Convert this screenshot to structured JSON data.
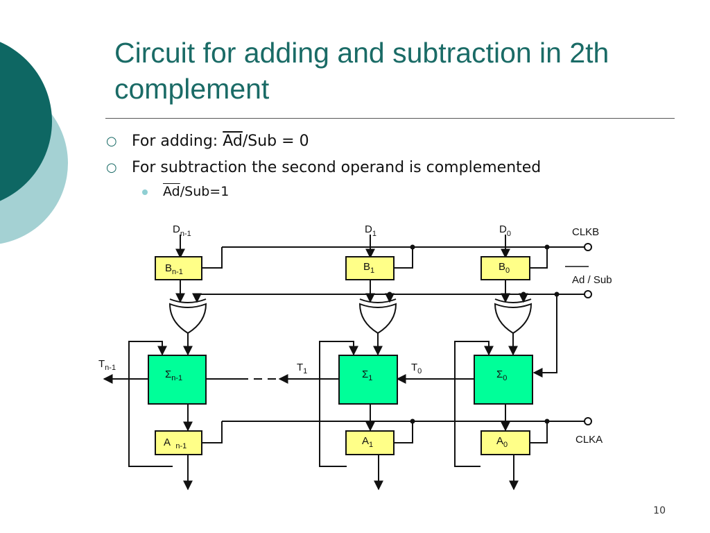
{
  "slide": {
    "title": "Circuit for adding and subtraction in 2th complement",
    "page_number": "10",
    "accent_color": "#1a6b66",
    "accent_light": "#a4d1d3"
  },
  "bullets": {
    "item1_prefix": "For adding: ",
    "item1_ad": "Ad",
    "item1_suffix": "/Sub = 0",
    "item2": "For subtraction the second operand is complemented",
    "sub_ad": "Ad",
    "sub_suffix": "/Sub=1"
  },
  "diagram": {
    "colors": {
      "register_fill": "#ffff88",
      "adder_fill": "#00ff99",
      "wire": "#111111"
    },
    "inputs": {
      "d_high": "D",
      "d_high_sub": "n-1",
      "d1": "D",
      "d1_sub": "1",
      "d0": "D",
      "d0_sub": "0"
    },
    "b_regs": {
      "high": "B",
      "high_sub": "n-1",
      "mid": "B",
      "mid_sub": "1",
      "low": "B",
      "low_sub": "0"
    },
    "adders": {
      "symbol": "Σ",
      "high_sub": "n-1",
      "mid_sub": "1",
      "low_sub": "0"
    },
    "a_regs": {
      "high": "A ",
      "high_sub": "n-1",
      "mid": "A",
      "mid_sub": "1",
      "low": "A",
      "low_sub": "0"
    },
    "carries": {
      "t_high": "T",
      "t_high_sub": "n-1",
      "t1": "T",
      "t1_sub": "1",
      "t0": "T",
      "t0_sub": "0"
    },
    "controls": {
      "clkb": "CLKB",
      "ad_sub": "Ad / Sub",
      "clka": "CLKA"
    }
  }
}
